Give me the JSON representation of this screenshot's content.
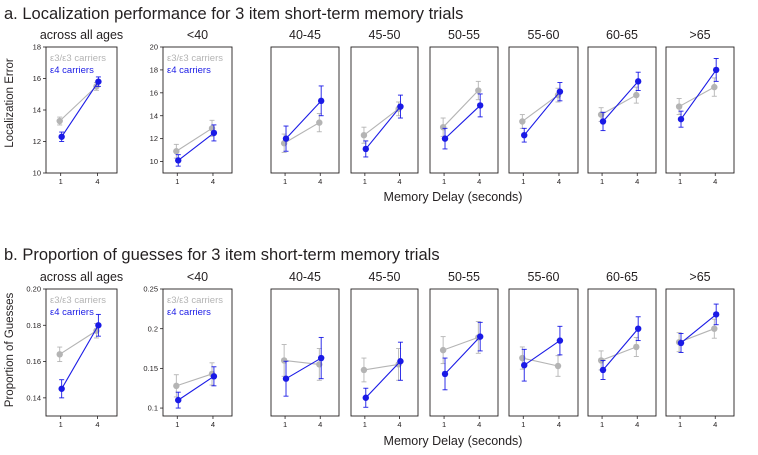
{
  "colors": {
    "e3": "#b4b4b4",
    "e4": "#1a1ae6",
    "axis": "#231f20"
  },
  "sections": [
    {
      "id": "localization",
      "title": "a. Localization performance  for 3 item short-term memory trials",
      "ylabel": "Localization Error",
      "xlabel": "Memory Delay (seconds)",
      "legend": [
        "ε3/ε3 carriers",
        "ε4 carriers"
      ]
    },
    {
      "id": "guesses",
      "title": "b. Proportion of guesses for 3 item short-term memory trials",
      "ylabel": "Proportion of Guesses",
      "xlabel": "Memory Delay (seconds)",
      "legend": [
        "ε3/ε3 carriers",
        "ε4 carriers"
      ]
    }
  ],
  "chart_data": [
    {
      "type": "line",
      "section": 0,
      "title": "across all ages",
      "x": [
        1,
        4
      ],
      "xticks": [
        "1",
        "4"
      ],
      "ylim": [
        10,
        18
      ],
      "yticks": [
        "10",
        "12",
        "14",
        "16",
        "18"
      ],
      "series": [
        {
          "name": "ε3/ε3 carriers",
          "values": [
            13.3,
            15.5
          ],
          "errors": [
            0.25,
            0.25
          ]
        },
        {
          "name": "ε4 carriers",
          "values": [
            12.3,
            15.8
          ],
          "errors": [
            0.3,
            0.3
          ]
        }
      ]
    },
    {
      "type": "line",
      "section": 0,
      "title": "<40",
      "x": [
        1,
        4
      ],
      "xticks": [
        "1",
        "4"
      ],
      "ylim": [
        9,
        20
      ],
      "yticks": [
        "10",
        "12",
        "14",
        "16",
        "18",
        "20"
      ],
      "series": [
        {
          "name": "ε3/ε3 carriers",
          "values": [
            10.9,
            12.9
          ],
          "errors": [
            0.6,
            0.7
          ]
        },
        {
          "name": "ε4 carriers",
          "values": [
            10.1,
            12.5
          ],
          "errors": [
            0.5,
            0.7
          ]
        }
      ]
    },
    {
      "type": "line",
      "section": 0,
      "title": "40-45",
      "x": [
        1,
        4
      ],
      "ylim": [
        9,
        20
      ],
      "series": [
        {
          "name": "ε3/ε3 carriers",
          "values": [
            11.6,
            13.4
          ],
          "errors": [
            0.8,
            0.8
          ]
        },
        {
          "name": "ε4 carriers",
          "values": [
            12.0,
            15.3
          ],
          "errors": [
            1.1,
            1.3
          ]
        }
      ]
    },
    {
      "type": "line",
      "section": 0,
      "title": "45-50",
      "x": [
        1,
        4
      ],
      "ylim": [
        9,
        20
      ],
      "series": [
        {
          "name": "ε3/ε3 carriers",
          "values": [
            12.3,
            14.6
          ],
          "errors": [
            0.7,
            0.6
          ]
        },
        {
          "name": "ε4 carriers",
          "values": [
            11.1,
            14.8
          ],
          "errors": [
            0.7,
            1.0
          ]
        }
      ]
    },
    {
      "type": "line",
      "section": 0,
      "title": "50-55",
      "x": [
        1,
        4
      ],
      "ylim": [
        9,
        20
      ],
      "series": [
        {
          "name": "ε3/ε3 carriers",
          "values": [
            13.0,
            16.2
          ],
          "errors": [
            0.8,
            0.8
          ]
        },
        {
          "name": "ε4 carriers",
          "values": [
            12.0,
            14.9
          ],
          "errors": [
            0.9,
            1.0
          ]
        }
      ]
    },
    {
      "type": "line",
      "section": 0,
      "title": "55-60",
      "x": [
        1,
        4
      ],
      "ylim": [
        9,
        20
      ],
      "series": [
        {
          "name": "ε3/ε3 carriers",
          "values": [
            13.5,
            15.8
          ],
          "errors": [
            0.6,
            0.6
          ]
        },
        {
          "name": "ε4 carriers",
          "values": [
            12.3,
            16.1
          ],
          "errors": [
            0.6,
            0.8
          ]
        }
      ]
    },
    {
      "type": "line",
      "section": 0,
      "title": "60-65",
      "x": [
        1,
        4
      ],
      "ylim": [
        9,
        20
      ],
      "series": [
        {
          "name": "ε3/ε3 carriers",
          "values": [
            14.1,
            15.8
          ],
          "errors": [
            0.6,
            0.7
          ]
        },
        {
          "name": "ε4 carriers",
          "values": [
            13.5,
            17.0
          ],
          "errors": [
            0.8,
            0.8
          ]
        }
      ]
    },
    {
      "type": "line",
      "section": 0,
      "title": ">65",
      "x": [
        1,
        4
      ],
      "ylim": [
        9,
        20
      ],
      "series": [
        {
          "name": "ε3/ε3 carriers",
          "values": [
            14.8,
            16.5
          ],
          "errors": [
            0.7,
            0.8
          ]
        },
        {
          "name": "ε4 carriers",
          "values": [
            13.7,
            18.0
          ],
          "errors": [
            0.7,
            1.0
          ]
        }
      ]
    },
    {
      "type": "line",
      "section": 1,
      "title": "across all ages",
      "x": [
        1,
        4
      ],
      "xticks": [
        "1",
        "4"
      ],
      "ylim": [
        0.13,
        0.2
      ],
      "yticks": [
        "0.14",
        "0.16",
        "0.18",
        "0.20"
      ],
      "series": [
        {
          "name": "ε3/ε3 carriers",
          "values": [
            0.164,
            0.177
          ],
          "errors": [
            0.004,
            0.004
          ]
        },
        {
          "name": "ε4 carriers",
          "values": [
            0.145,
            0.18
          ],
          "errors": [
            0.005,
            0.006
          ]
        }
      ]
    },
    {
      "type": "line",
      "section": 1,
      "title": "<40",
      "x": [
        1,
        4
      ],
      "xticks": [
        "1",
        "4"
      ],
      "ylim": [
        0.09,
        0.25
      ],
      "yticks": [
        "0.1",
        "0.15",
        "0.2",
        "0.25"
      ],
      "series": [
        {
          "name": "ε3/ε3 carriers",
          "values": [
            0.128,
            0.143
          ],
          "errors": [
            0.014,
            0.014
          ]
        },
        {
          "name": "ε4 carriers",
          "values": [
            0.11,
            0.14
          ],
          "errors": [
            0.01,
            0.012
          ]
        }
      ]
    },
    {
      "type": "line",
      "section": 1,
      "title": "40-45",
      "x": [
        1,
        4
      ],
      "ylim": [
        0.09,
        0.25
      ],
      "series": [
        {
          "name": "ε3/ε3 carriers",
          "values": [
            0.16,
            0.155
          ],
          "errors": [
            0.02,
            0.02
          ]
        },
        {
          "name": "ε4 carriers",
          "values": [
            0.137,
            0.163
          ],
          "errors": [
            0.022,
            0.026
          ]
        }
      ]
    },
    {
      "type": "line",
      "section": 1,
      "title": "45-50",
      "x": [
        1,
        4
      ],
      "ylim": [
        0.09,
        0.25
      ],
      "series": [
        {
          "name": "ε3/ε3 carriers",
          "values": [
            0.148,
            0.155
          ],
          "errors": [
            0.015,
            0.02
          ]
        },
        {
          "name": "ε4 carriers",
          "values": [
            0.113,
            0.159
          ],
          "errors": [
            0.012,
            0.024
          ]
        }
      ]
    },
    {
      "type": "line",
      "section": 1,
      "title": "50-55",
      "x": [
        1,
        4
      ],
      "ylim": [
        0.09,
        0.25
      ],
      "series": [
        {
          "name": "ε3/ε3 carriers",
          "values": [
            0.173,
            0.189
          ],
          "errors": [
            0.017,
            0.02
          ]
        },
        {
          "name": "ε4 carriers",
          "values": [
            0.143,
            0.19
          ],
          "errors": [
            0.02,
            0.018
          ]
        }
      ]
    },
    {
      "type": "line",
      "section": 1,
      "title": "55-60",
      "x": [
        1,
        4
      ],
      "ylim": [
        0.09,
        0.25
      ],
      "series": [
        {
          "name": "ε3/ε3 carriers",
          "values": [
            0.163,
            0.153
          ],
          "errors": [
            0.014,
            0.013
          ]
        },
        {
          "name": "ε4 carriers",
          "values": [
            0.154,
            0.185
          ],
          "errors": [
            0.02,
            0.018
          ]
        }
      ]
    },
    {
      "type": "line",
      "section": 1,
      "title": "60-65",
      "x": [
        1,
        4
      ],
      "ylim": [
        0.09,
        0.25
      ],
      "series": [
        {
          "name": "ε3/ε3 carriers",
          "values": [
            0.16,
            0.177
          ],
          "errors": [
            0.012,
            0.012
          ]
        },
        {
          "name": "ε4 carriers",
          "values": [
            0.148,
            0.2
          ],
          "errors": [
            0.012,
            0.015
          ]
        }
      ]
    },
    {
      "type": "line",
      "section": 1,
      "title": ">65",
      "x": [
        1,
        4
      ],
      "ylim": [
        0.09,
        0.25
      ],
      "series": [
        {
          "name": "ε3/ε3 carriers",
          "values": [
            0.183,
            0.2
          ],
          "errors": [
            0.012,
            0.012
          ]
        },
        {
          "name": "ε4 carriers",
          "values": [
            0.182,
            0.218
          ],
          "errors": [
            0.012,
            0.013
          ]
        }
      ]
    }
  ]
}
